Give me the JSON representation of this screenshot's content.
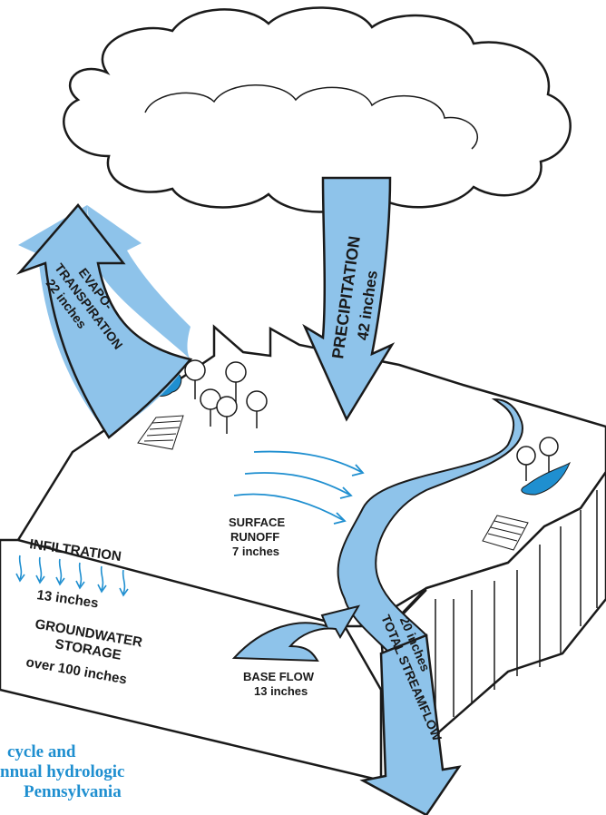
{
  "labels": {
    "evapo_line1": "EVAPO-",
    "evapo_line2": "TRANSPIRATION",
    "evapo_amount": "22 inches",
    "precip_title": "PRECIPITATION",
    "precip_amount": "42 inches",
    "runoff_title": "SURFACE",
    "runoff_title2": "RUNOFF",
    "runoff_amount": "7 inches",
    "infiltration_title": "INFILTRATION",
    "infiltration_amount": "13 inches",
    "groundwater_title": "GROUNDWATER",
    "groundwater_title2": "STORAGE",
    "groundwater_amount": "over 100 inches",
    "baseflow_title": "BASE FLOW",
    "baseflow_amount": "13 inches",
    "streamflow_title": "TOTAL STREAMFLOW",
    "streamflow_amount": "20 inches"
  },
  "caption": {
    "line1": "cycle and",
    "line2": "nnual hydrologic",
    "line3": "Pennsylvania"
  },
  "colors": {
    "water": "#8ec3ea",
    "water_dark": "#1f8fd0",
    "outline": "#1a1a1a",
    "caption": "#1f8fd0"
  }
}
